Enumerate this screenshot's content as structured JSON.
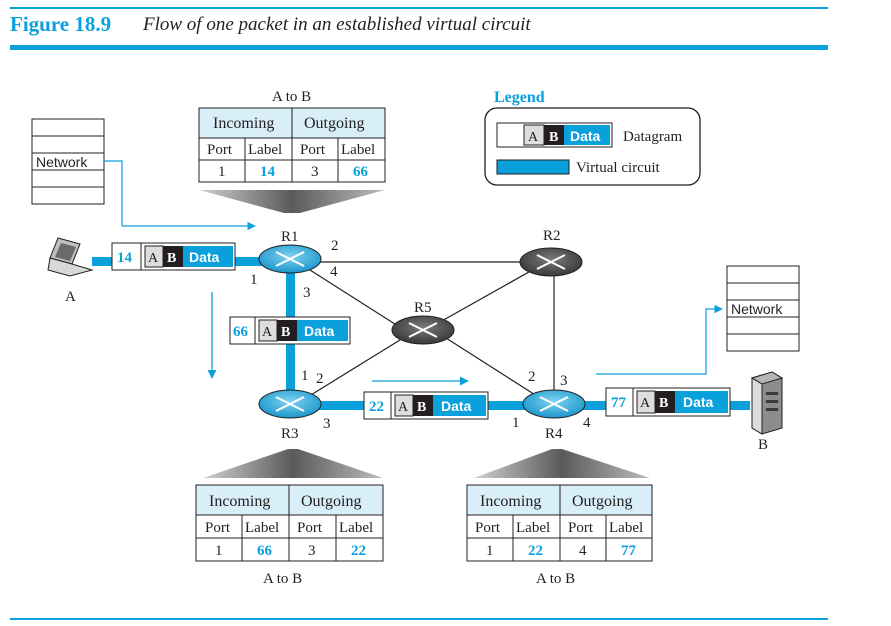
{
  "figure": {
    "number": "Figure 18.9",
    "title": "Flow of one packet in an established virtual circuit"
  },
  "legend": {
    "title": "Legend",
    "packet": {
      "a": "A",
      "b": "B",
      "data": "Data"
    },
    "datagram_label": "Datagram",
    "vc_label": "Virtual circuit"
  },
  "hosts": {
    "a": {
      "name": "A",
      "network": "Network"
    },
    "b": {
      "name": "B",
      "network": "Network"
    }
  },
  "routers": {
    "r1": "R1",
    "r2": "R2",
    "r3": "R3",
    "r4": "R4",
    "r5": "R5"
  },
  "ports": {
    "r1_1": "1",
    "r1_2": "2",
    "r1_3": "3",
    "r1_4": "4",
    "r3_1": "1",
    "r3_2": "2",
    "r3_3": "3",
    "r4_1": "1",
    "r4_2": "2",
    "r4_3": "3",
    "r4_4": "4"
  },
  "packets": {
    "p1": {
      "label": "14",
      "a": "A",
      "b": "B",
      "data": "Data"
    },
    "p2": {
      "label": "66",
      "a": "A",
      "b": "B",
      "data": "Data"
    },
    "p3": {
      "label": "22",
      "a": "A",
      "b": "B",
      "data": "Data"
    },
    "p4": {
      "label": "77",
      "a": "A",
      "b": "B",
      "data": "Data"
    }
  },
  "tables": {
    "r1": {
      "title": "A to B",
      "incoming": "Incoming",
      "outgoing": "Outgoing",
      "cols": [
        "Port",
        "Label",
        "Port",
        "Label"
      ],
      "row": [
        "1",
        "14",
        "3",
        "66"
      ]
    },
    "r3": {
      "title": "A to B",
      "incoming": "Incoming",
      "outgoing": "Outgoing",
      "cols": [
        "Port",
        "Label",
        "Port",
        "Label"
      ],
      "row": [
        "1",
        "66",
        "3",
        "22"
      ]
    },
    "r4": {
      "title": "A to B",
      "incoming": "Incoming",
      "outgoing": "Outgoing",
      "cols": [
        "Port",
        "Label",
        "Port",
        "Label"
      ],
      "row": [
        "1",
        "22",
        "4",
        "77"
      ]
    }
  },
  "colors": {
    "accent": "#0aa0dc",
    "table_fill": "#d8eef8",
    "router": "#4a4a4a",
    "dark": "#231f20"
  }
}
